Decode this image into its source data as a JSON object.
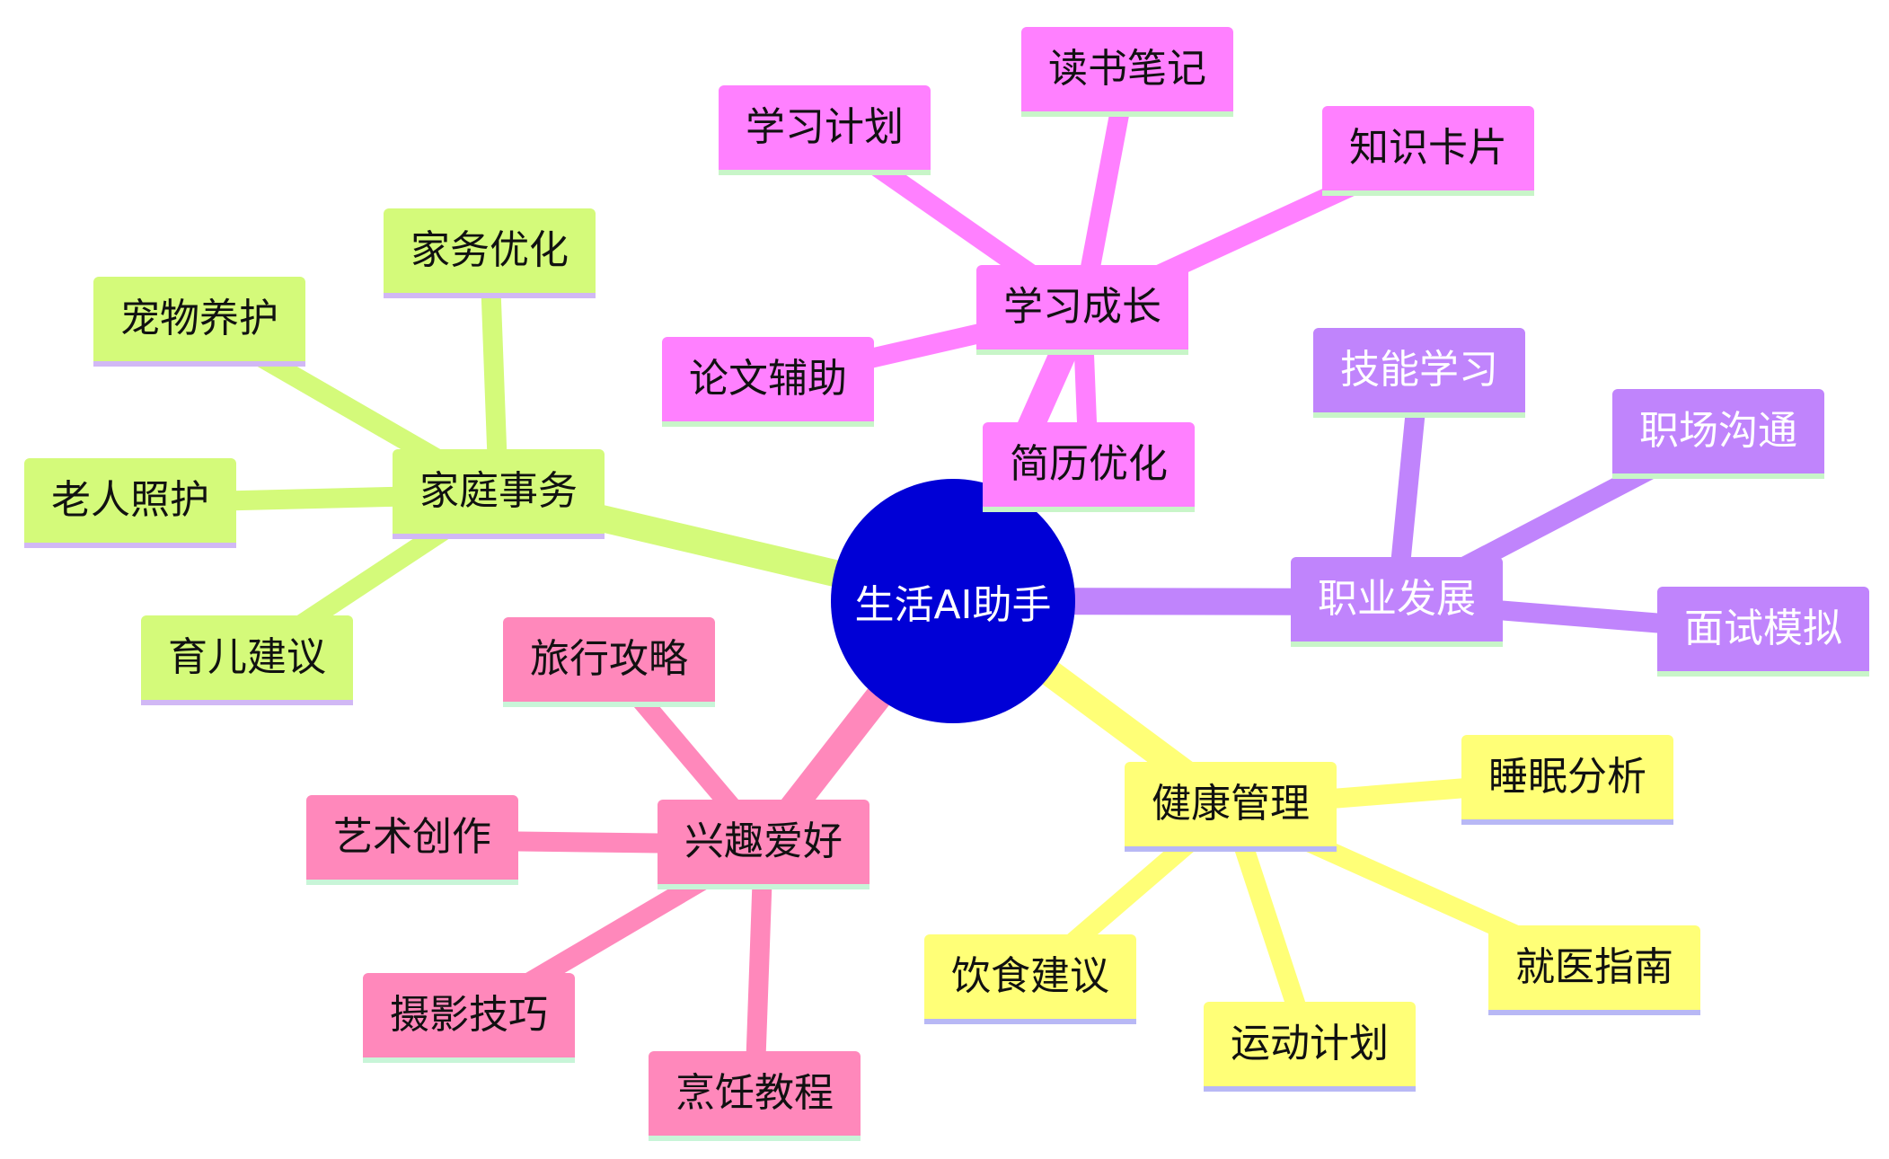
{
  "root": {
    "label": "生活AI助手",
    "color": "#0000d6",
    "text_color": "#ffffff"
  },
  "branches": [
    {
      "id": "study",
      "label": "学习成长",
      "color": "#ff80ff",
      "underline": "#c8f5c8",
      "text_color": "#111111",
      "children": [
        {
          "label": "读书笔记"
        },
        {
          "label": "学习计划"
        },
        {
          "label": "知识卡片"
        },
        {
          "label": "论文辅助"
        },
        {
          "label": "简历优化"
        }
      ]
    },
    {
      "id": "career",
      "label": "职业发展",
      "color": "#c084fc",
      "underline": "#c8f5c8",
      "text_color": "#ffffff",
      "children": [
        {
          "label": "技能学习"
        },
        {
          "label": "职场沟通"
        },
        {
          "label": "面试模拟"
        }
      ]
    },
    {
      "id": "family",
      "label": "家庭事务",
      "color": "#d4fa7a",
      "underline": "#d1b8f5",
      "text_color": "#111111",
      "children": [
        {
          "label": "家务优化"
        },
        {
          "label": "宠物养护"
        },
        {
          "label": "老人照护"
        },
        {
          "label": "育儿建议"
        }
      ]
    },
    {
      "id": "hobby",
      "label": "兴趣爱好",
      "color": "#ff88bb",
      "underline": "#c8f5d8",
      "text_color": "#111111",
      "children": [
        {
          "label": "旅行攻略"
        },
        {
          "label": "艺术创作"
        },
        {
          "label": "摄影技巧"
        },
        {
          "label": "烹饪教程"
        }
      ]
    },
    {
      "id": "health",
      "label": "健康管理",
      "color": "#ffff77",
      "underline": "#b8b8f5",
      "text_color": "#111111",
      "children": [
        {
          "label": "睡眠分析"
        },
        {
          "label": "饮食建议"
        },
        {
          "label": "运动计划"
        },
        {
          "label": "就医指南"
        }
      ]
    }
  ]
}
